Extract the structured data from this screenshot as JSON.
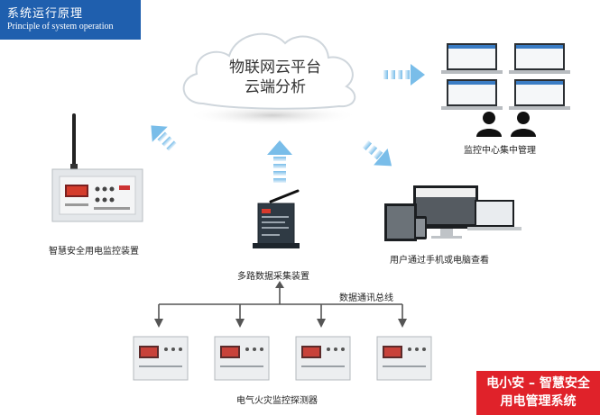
{
  "header": {
    "title_cn": "系统运行原理",
    "title_en": "Principle of system operation"
  },
  "cloud": {
    "line1": "物联网云平台",
    "line2": "云端分析"
  },
  "labels": {
    "monitor_device": "智慧安全用电监控装置",
    "collector": "多路数据采集装置",
    "center": "监控中心集中管理",
    "user_view": "用户通过手机或电脑查看",
    "bus": "数据通讯总线",
    "detector": "电气火灾监控探测器"
  },
  "brand": {
    "line1": "电小安 – 智慧安全",
    "line2": "用电管理系统"
  },
  "colors": {
    "header_blue": "#1f5fae",
    "brand_red": "#e0222a",
    "arrow_blue": "#8ec9ee",
    "line_gray": "#555555"
  }
}
